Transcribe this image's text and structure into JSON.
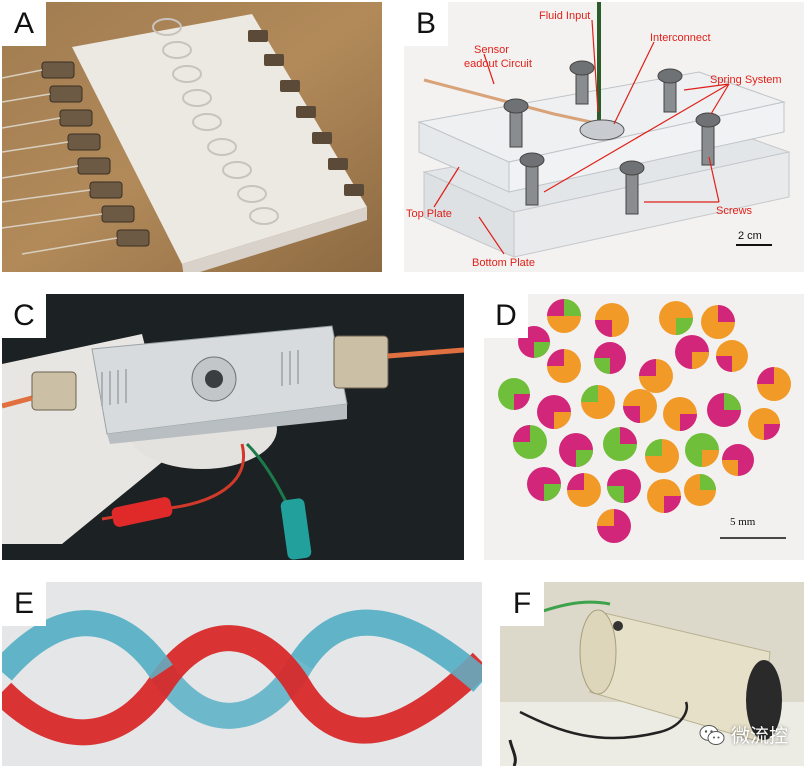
{
  "panels": [
    {
      "label": "A"
    },
    {
      "label": "B",
      "annotations": {
        "fluid_input": "Fluid Input",
        "sensor": "Sensor",
        "readout": "eadout Circuit",
        "interconnect": "Interconnect",
        "spring_system": "Spring System",
        "top_plate": "Top Plate",
        "screws": "Screws",
        "bottom_plate": "Bottom Plate",
        "scale": "2 cm"
      }
    },
    {
      "label": "C"
    },
    {
      "label": "D",
      "scale": "5 mm"
    },
    {
      "label": "E"
    },
    {
      "label": "F"
    }
  ],
  "watermark": {
    "text": "微流控",
    "icon": "wechat-icon"
  },
  "colors": {
    "annotation": "#e0201a",
    "background": "#ffffff"
  }
}
